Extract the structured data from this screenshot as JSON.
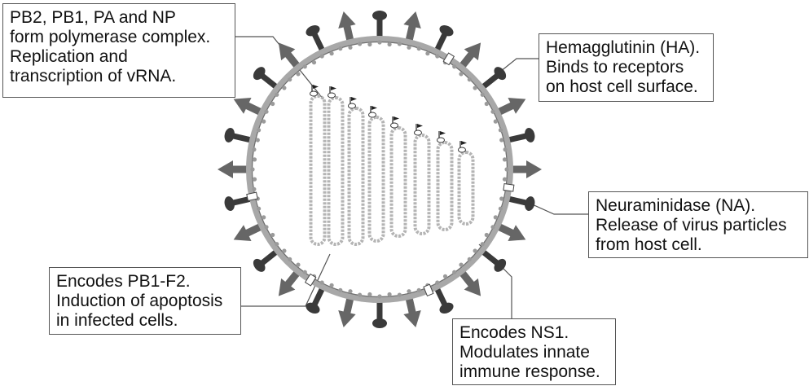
{
  "callouts": {
    "polymerase": [
      "PB2, PB1, PA and NP",
      "form polymerase complex.",
      "Replication and",
      "transcription of vRNA."
    ],
    "hemagglutinin": [
      "Hemagglutinin (HA).",
      "Binds to receptors",
      "on host cell surface."
    ],
    "neuraminidase": [
      "Neuraminidase (NA).",
      "Release of virus particles",
      "from host cell."
    ],
    "pb1f2": [
      "Encodes PB1-F2.",
      "Induction of apoptosis",
      "in infected cells."
    ],
    "ns1": [
      "Encodes NS1.",
      "Modulates innate",
      "immune response."
    ]
  },
  "colors": {
    "membrane": "#a8a8a8",
    "membrane_bead": "#9a9a9a",
    "ha_spike": "#3a3a3a",
    "na_spike": "#666666",
    "rna_segment": "#b4b4b4",
    "leader_line": "#555555"
  }
}
